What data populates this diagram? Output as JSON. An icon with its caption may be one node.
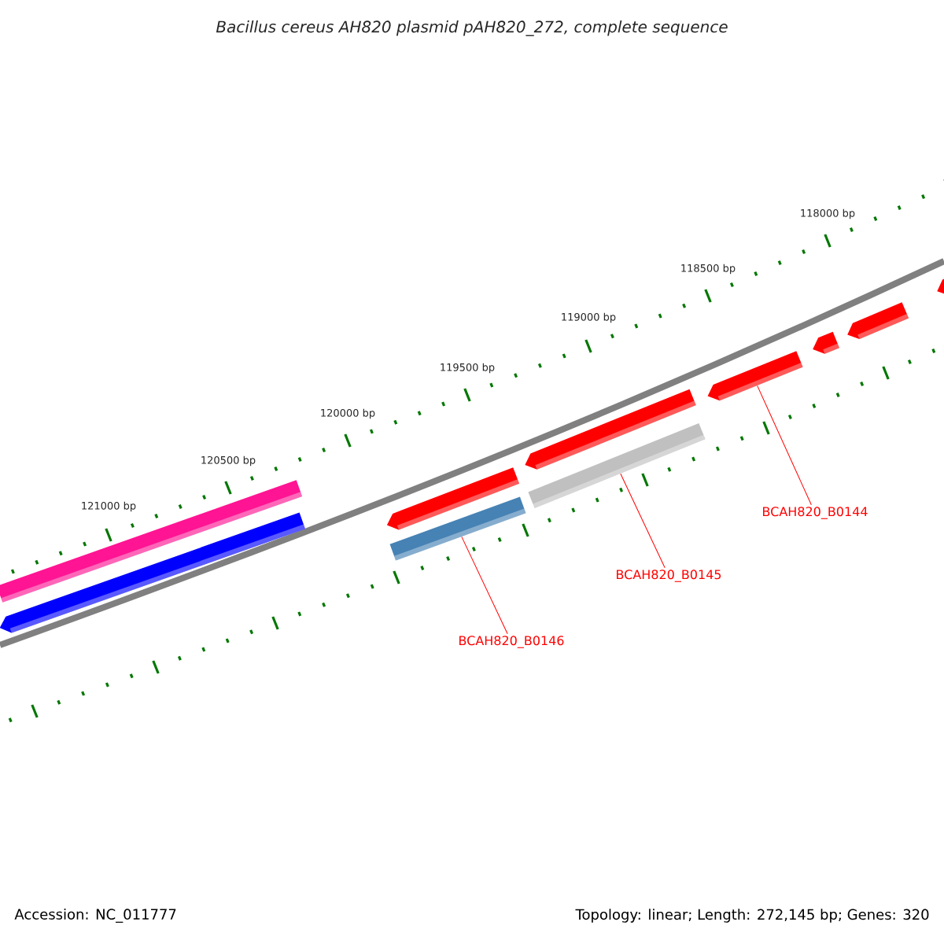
{
  "diagram": {
    "title": "Bacillus cereus AH820 plasmid pAH820_272, complete sequence",
    "nodes": [
      {
        "text": [
          "BCAH820_B0146"
        ]
      },
      {
        "text": [
          "BCAH820_B0145"
        ]
      },
      {
        "text": [
          "BCAH820_B0144"
        ]
      },
      {
        "text": [],
        "shape": "bar"
      },
      {
        "text": [],
        "shape": "bar"
      },
      {
        "text": [],
        "shape": "bar"
      }
    ],
    "edges": [
      {
        "from": 0,
        "to": 3,
        "arrow": "none"
      },
      {
        "from": 1,
        "to": 4,
        "arrow": "none"
      },
      {
        "from": 2,
        "to": 5,
        "arrow": "none"
      }
    ],
    "labels": [
      "118000 bp",
      "118500 bp",
      "119000 bp",
      "119500 bp",
      "120000 bp",
      "120500 bp",
      "121000 bp",
      "Accession: NC_011777",
      "Topology: linear; Length: 272,145 bp; Genes: 320"
    ]
  }
}
